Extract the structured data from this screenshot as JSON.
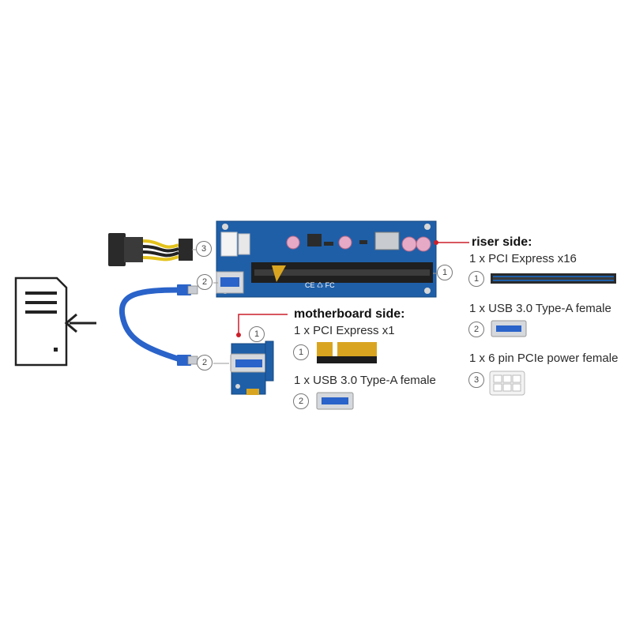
{
  "riser_side": {
    "heading": "riser side:",
    "items": [
      {
        "number": "1",
        "label": "1 x PCI Express x16"
      },
      {
        "number": "2",
        "label": "1 x USB 3.0 Type-A female"
      },
      {
        "number": "3",
        "label": "1 x 6 pin PCIe power female"
      }
    ]
  },
  "motherboard_side": {
    "heading": "motherboard side:",
    "items": [
      {
        "number": "1",
        "label": "1 x PCI Express x1"
      },
      {
        "number": "2",
        "label": "1 x USB 3.0 Type-A female"
      }
    ]
  },
  "callouts": {
    "power_connector": "3",
    "riser_usb_port": "2",
    "riser_slot": "1",
    "board_usb_port": "2",
    "board_connector": "1"
  },
  "colors": {
    "pcb_blue": "#1f5fa8",
    "usb_cable_blue": "#2a63c9",
    "gold_contacts": "#d9a521",
    "callout_red": "#cc1f2a"
  }
}
